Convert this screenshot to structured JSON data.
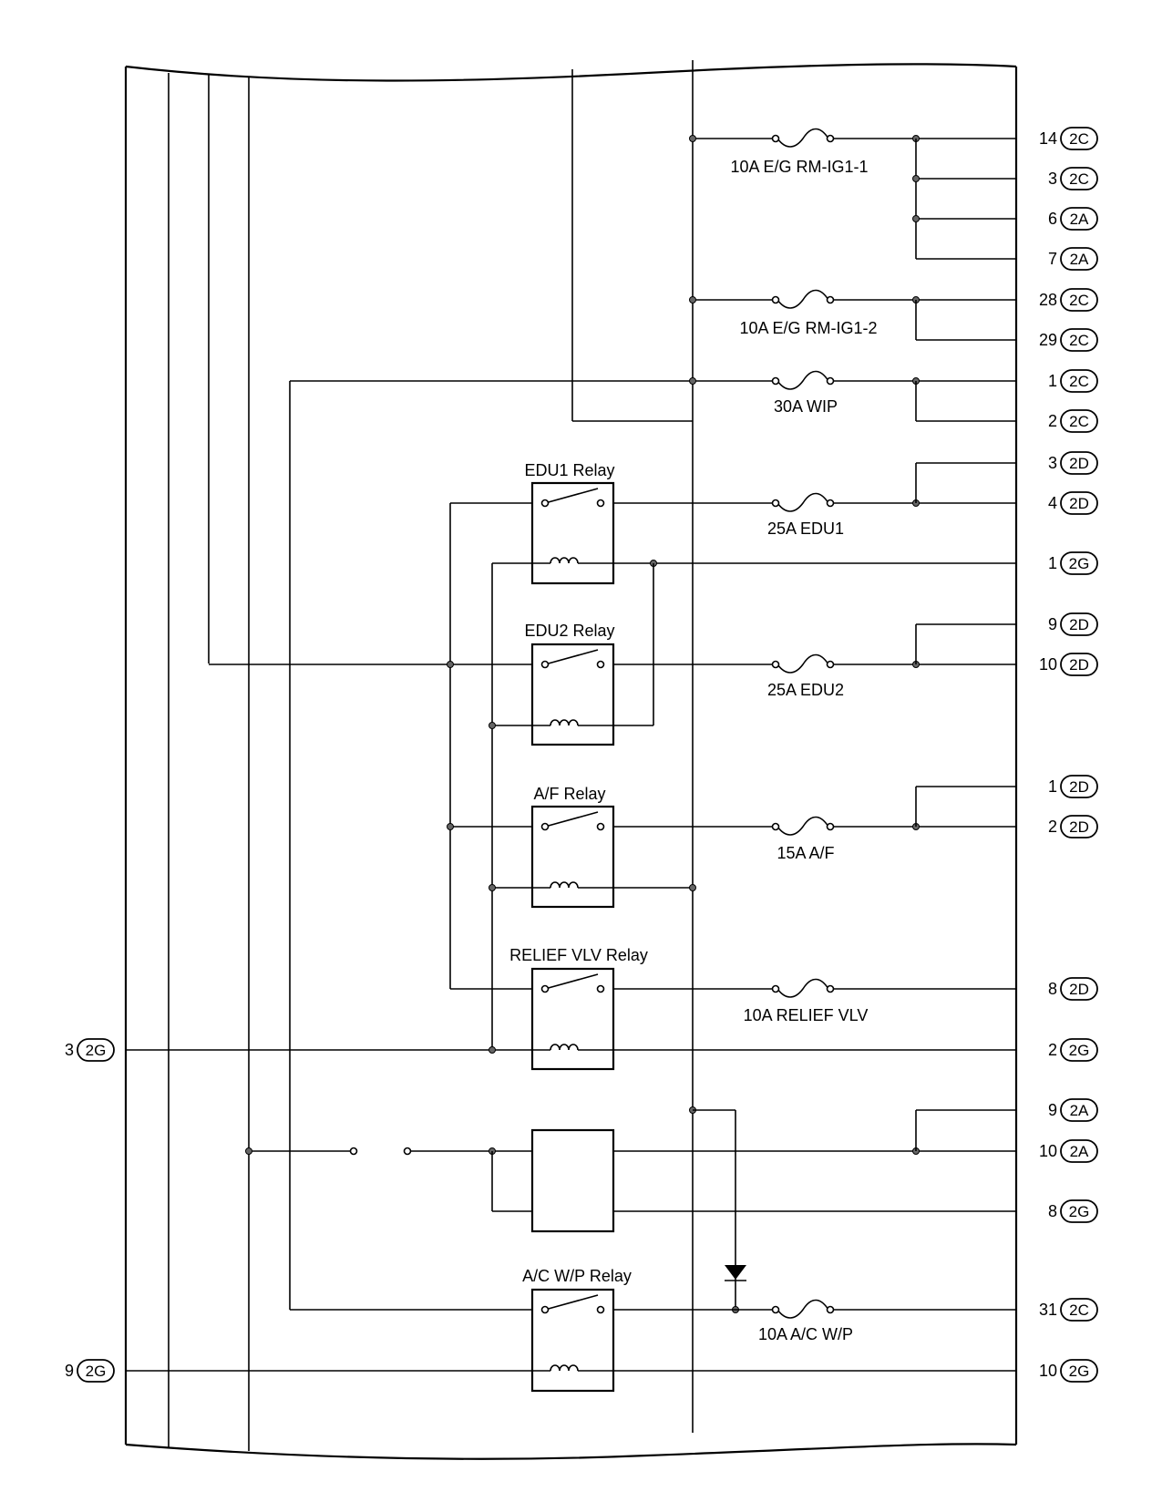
{
  "fuses": {
    "rm_ig1_1": "10A E/G RM-IG1-1",
    "rm_ig1_2": "10A E/G RM-IG1-2",
    "wip": "30A WIP",
    "edu1": "25A EDU1",
    "edu2": "25A EDU2",
    "af": "15A A/F",
    "relief": "10A RELIEF VLV",
    "acwp": "10A A/C W/P"
  },
  "relays": {
    "edu1": "EDU1 Relay",
    "edu2": "EDU2 Relay",
    "af": "A/F Relay",
    "relief": "RELIEF VLV Relay",
    "acwp": "A/C W/P Relay"
  },
  "right_terminals": [
    {
      "pin": "14",
      "conn": "2C"
    },
    {
      "pin": "3",
      "conn": "2C"
    },
    {
      "pin": "6",
      "conn": "2A"
    },
    {
      "pin": "7",
      "conn": "2A"
    },
    {
      "pin": "28",
      "conn": "2C"
    },
    {
      "pin": "29",
      "conn": "2C"
    },
    {
      "pin": "1",
      "conn": "2C"
    },
    {
      "pin": "2",
      "conn": "2C"
    },
    {
      "pin": "3",
      "conn": "2D"
    },
    {
      "pin": "4",
      "conn": "2D"
    },
    {
      "pin": "1",
      "conn": "2G"
    },
    {
      "pin": "9",
      "conn": "2D"
    },
    {
      "pin": "10",
      "conn": "2D"
    },
    {
      "pin": "1",
      "conn": "2D"
    },
    {
      "pin": "2",
      "conn": "2D"
    },
    {
      "pin": "8",
      "conn": "2D"
    },
    {
      "pin": "2",
      "conn": "2G"
    },
    {
      "pin": "9",
      "conn": "2A"
    },
    {
      "pin": "10",
      "conn": "2A"
    },
    {
      "pin": "8",
      "conn": "2G"
    },
    {
      "pin": "31",
      "conn": "2C"
    },
    {
      "pin": "10",
      "conn": "2G"
    }
  ],
  "left_terminals": [
    {
      "pin": "3",
      "conn": "2G"
    },
    {
      "pin": "9",
      "conn": "2G"
    }
  ]
}
